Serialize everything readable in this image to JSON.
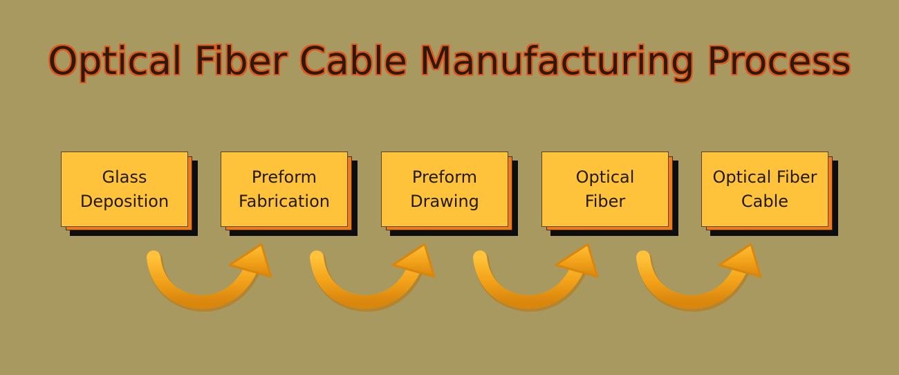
{
  "title": "Optical Fiber Cable Manufacturing Process",
  "steps": [
    {
      "line1": "Glass",
      "line2": "Deposition"
    },
    {
      "line1": "Preform",
      "line2": "Fabrication"
    },
    {
      "line1": "Preform",
      "line2": "Drawing"
    },
    {
      "line1": "Optical",
      "line2": "Fiber"
    },
    {
      "line1": "Optical Fiber",
      "line2": "Cable"
    }
  ],
  "colors": {
    "background": "#a89960",
    "card_fill": "#ffc23b",
    "card_offset": "#ef7a1a",
    "card_shadow": "#0d0d0d",
    "arrow": "#f0a318",
    "title_text": "#2d1a0a",
    "title_outline": "#e0561c"
  },
  "icons": [
    "curved-arrow-icon"
  ]
}
